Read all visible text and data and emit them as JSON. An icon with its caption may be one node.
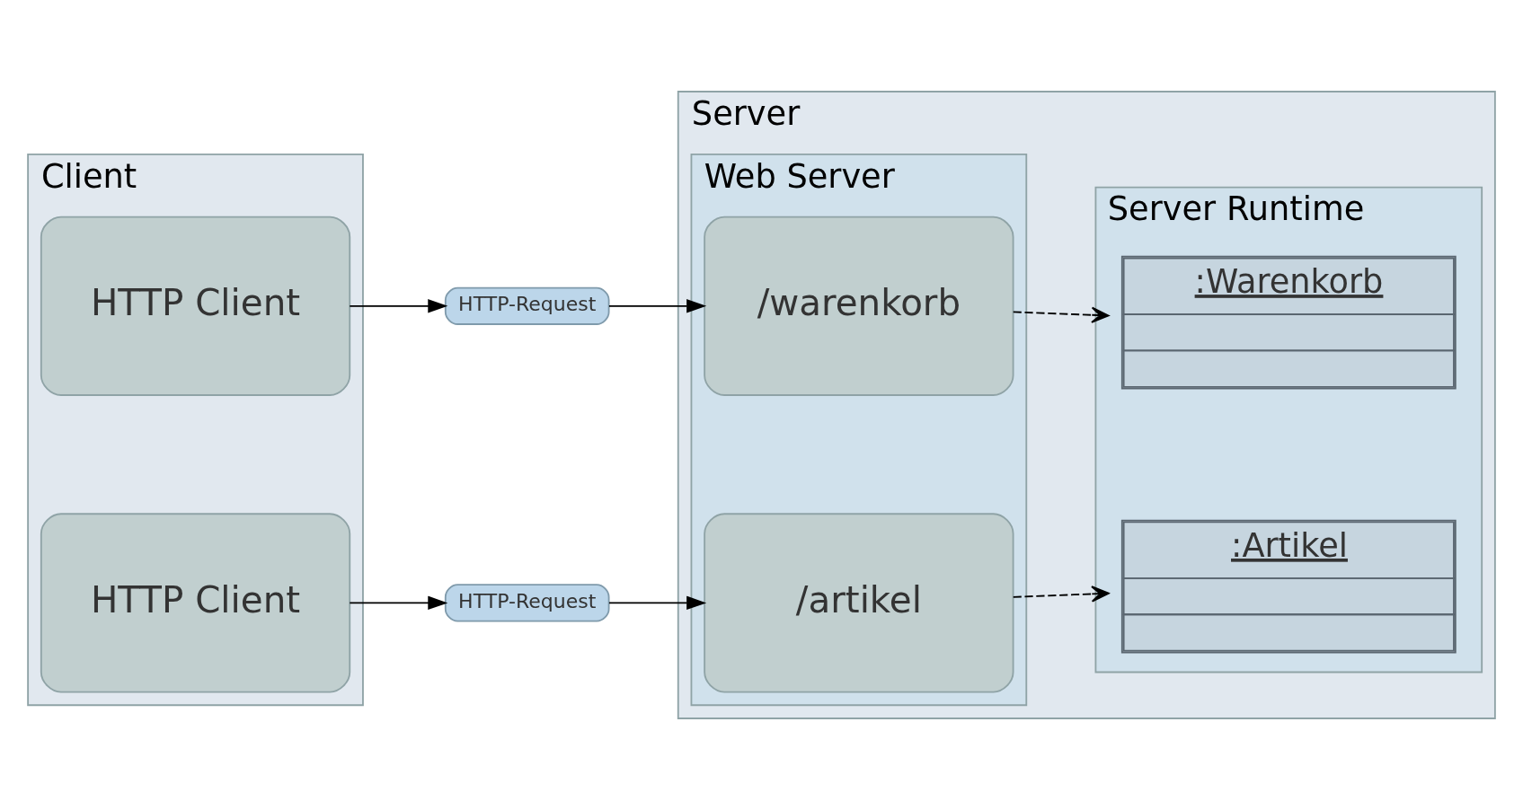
{
  "diagram": {
    "nodes": [
      {
        "text": [
          "Client"
        ]
      },
      {
        "text": [
          "HTTP Client"
        ],
        "in": 0
      },
      {
        "text": [
          "HTTP Client"
        ],
        "in": 0
      },
      {
        "text": [
          "HTTP-Request"
        ]
      },
      {
        "text": [
          "HTTP-Request"
        ]
      },
      {
        "text": [
          "Server"
        ]
      },
      {
        "text": [
          "Web Server"
        ],
        "in": 5
      },
      {
        "text": [
          "Server Runtime"
        ],
        "in": 5
      },
      {
        "text": [
          "/warenkorb"
        ],
        "in": 6
      },
      {
        "text": [
          "/artikel"
        ],
        "in": 6
      },
      {
        "text": [
          ":Warenkorb"
        ],
        "in": 7
      },
      {
        "text": [
          ":Artikel"
        ],
        "in": 7
      }
    ],
    "edges": [
      {
        "from": 1,
        "to": 3,
        "arrow": "to"
      },
      {
        "from": 3,
        "to": 8,
        "arrow": "to"
      },
      {
        "from": 2,
        "to": 4,
        "arrow": "to"
      },
      {
        "from": 4,
        "to": 9,
        "arrow": "to"
      },
      {
        "from": 8,
        "to": 10,
        "arrow": "to",
        "style": "dashed"
      },
      {
        "from": 9,
        "to": 11,
        "arrow": "to",
        "style": "dashed"
      }
    ]
  }
}
